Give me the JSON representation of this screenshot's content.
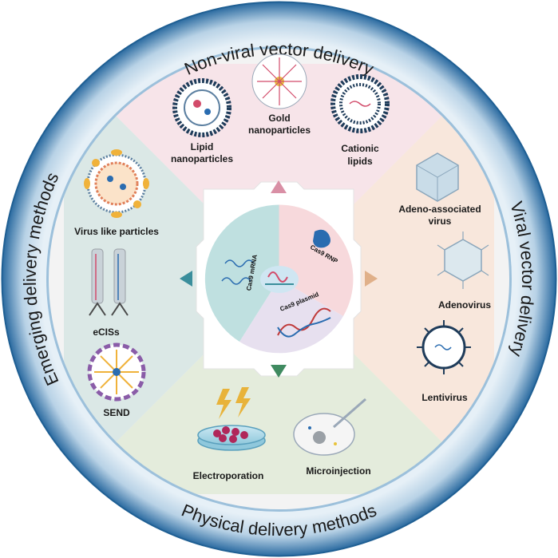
{
  "ring_titles": {
    "top": "Non-viral vector delivery",
    "right": "Viral vector delivery",
    "bottom": "Physical delivery methods",
    "left": "Emerging delivery methods"
  },
  "non_viral": {
    "lipid_line1": "Lipid",
    "lipid_line2": "nanoparticles",
    "gold_line1": "Gold",
    "gold_line2": "nanoparticles",
    "cationic_line1": "Cationic",
    "cationic_line2": "lipids"
  },
  "viral": {
    "aav_line1": "Adeno-associated",
    "aav_line2": "virus",
    "adenovirus": "Adenovirus",
    "lentivirus": "Lentivirus"
  },
  "physical": {
    "electroporation": "Electroporation",
    "microinjection": "Microinjection"
  },
  "emerging": {
    "vlp": "Virus like particles",
    "ecis": "eCISs",
    "send": "SEND"
  },
  "center": {
    "rnp": "Cas9 RNP",
    "mrna": "Cas9 mRNA",
    "plasmid": "Cas9 plasmid"
  },
  "colors": {
    "ring_outer": "#1f5f93",
    "ring_inner": "#d6e6f1",
    "top_sector": "#f7e4e9",
    "right_sector": "#f8e7dc",
    "bottom_sector": "#e4ecdc",
    "left_sector": "#dbe8e6",
    "arrow_top": "#d98fa5",
    "arrow_right": "#e0b089",
    "arrow_bottom": "#3f8a60",
    "arrow_left": "#3a8e9c"
  }
}
